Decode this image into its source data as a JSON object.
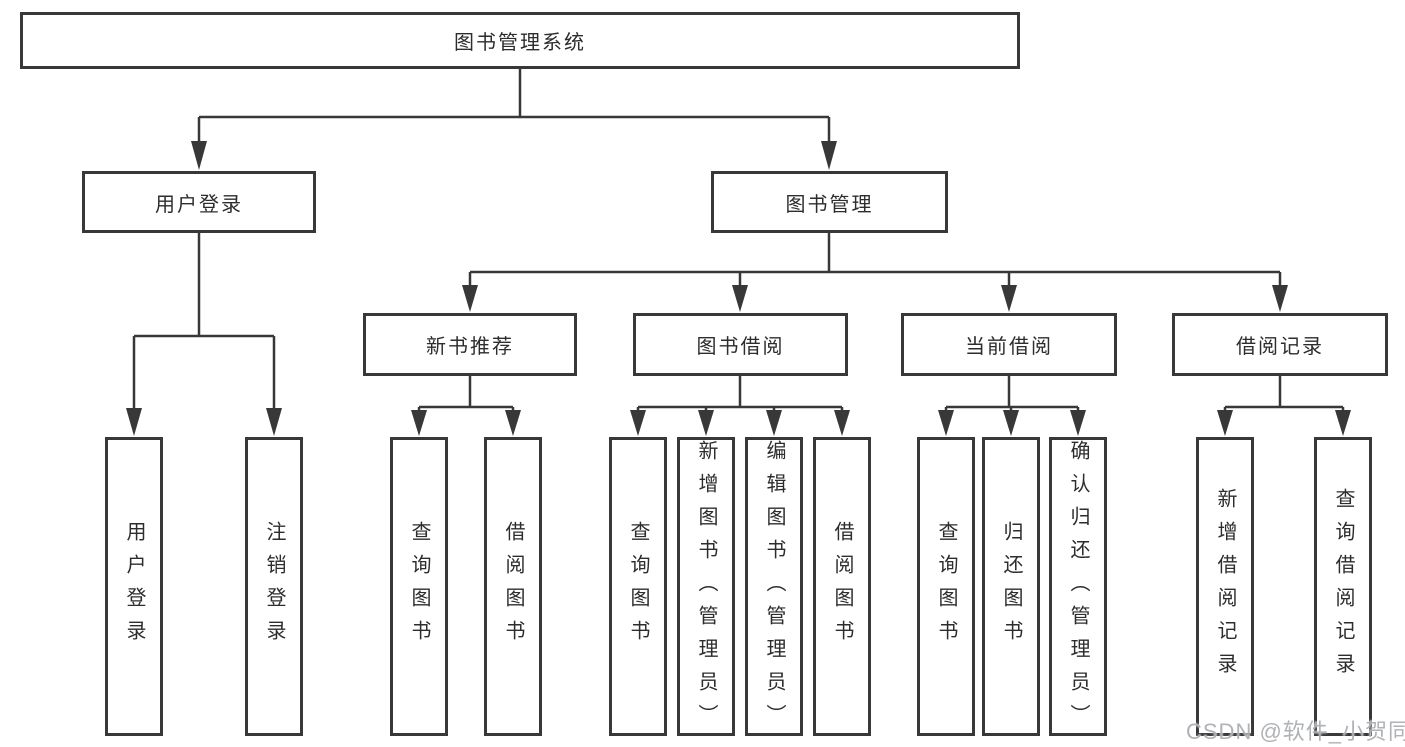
{
  "nodes": {
    "root": {
      "label": "图书管理系统"
    },
    "user_login": {
      "label": "用户登录",
      "children": [
        "用户登录",
        "注销登录"
      ]
    },
    "book_management": {
      "label": "图书管理"
    },
    "new_book_recommend": {
      "label": "新书推荐",
      "children": [
        "查询图书",
        "借阅图书"
      ]
    },
    "book_borrowing": {
      "label": "图书借阅",
      "children": [
        "查询图书",
        "新增图书（管理员）",
        "编辑图书（管理员）",
        "借阅图书"
      ]
    },
    "current_borrowing": {
      "label": "当前借阅",
      "children": [
        "查询图书",
        "归还图书",
        "确认归还（管理员）"
      ]
    },
    "borrowing_records": {
      "label": "借阅记录",
      "children": [
        "新增借阅记录",
        "查询借阅记录"
      ]
    }
  },
  "watermark": {
    "text": "CSDN @软件_小贺同学"
  },
  "colors": {
    "line": "#383838",
    "box_border": "#383838",
    "text": "#2d2d2d",
    "background": "#ffffff",
    "watermark": "#abaeb2"
  }
}
